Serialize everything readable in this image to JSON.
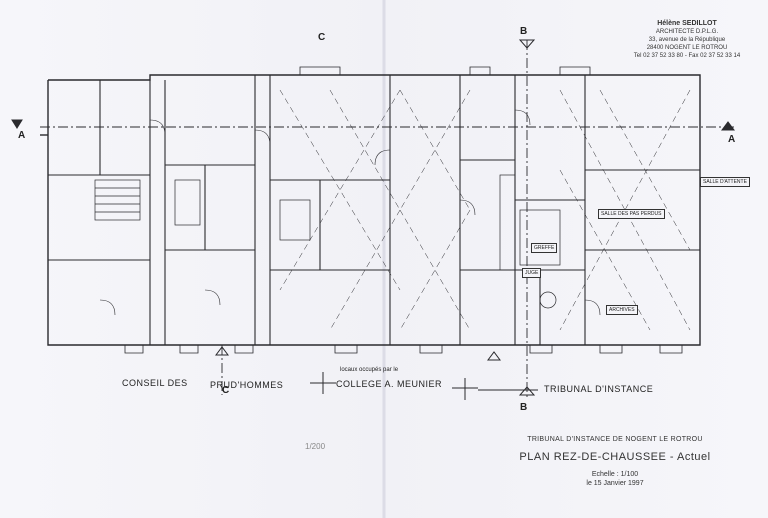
{
  "stamp": {
    "name": "Hélène SEDILLOT",
    "role": "ARCHITECTE D.P.L.G.",
    "street": "33, avenue de la République",
    "city": "28400 NOGENT LE ROTROU",
    "phone": "Tel 02 37 52 33 80 - Fax 02 37 52 33 14"
  },
  "section_marks": {
    "a_left": "A",
    "a_right": "A",
    "b_top": "B",
    "b_bottom": "B",
    "c_top": "C",
    "c_bottom": "C"
  },
  "zones": {
    "conseil": "CONSEIL DES",
    "prudhommes": "PRUD'HOMMES",
    "college": "COLLEGE A. MEUNIER",
    "college_note": "locaux occupés par le",
    "tribunal": "TRIBUNAL D'INSTANCE"
  },
  "rooms": {
    "greffe": "GREFFE",
    "salle_attente": "SALLE D'ATTENTE",
    "tribunal_box": "SALLE DES PAS PERDUS",
    "juge": "JUGE",
    "archives": "ARCHIVES"
  },
  "title_block": {
    "line1": "TRIBUNAL D'INSTANCE DE NOGENT LE ROTROU",
    "line2": "PLAN REZ-DE-CHAUSSEE - Actuel",
    "line3": "Echelle : 1/100",
    "line4": "le 15 Janvier 1997"
  },
  "pencil_note": "1/200"
}
